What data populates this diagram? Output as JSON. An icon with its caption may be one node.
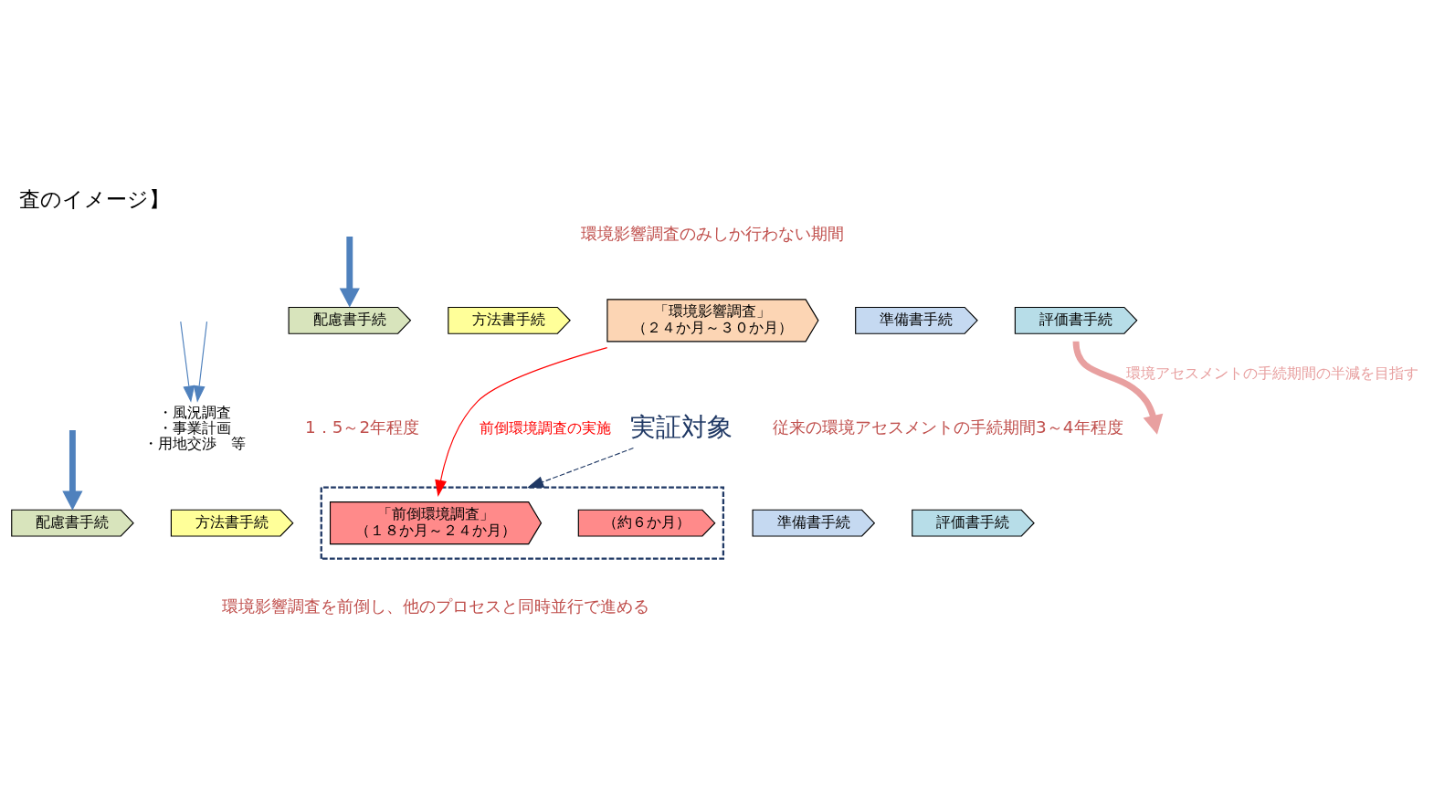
{
  "diagram": {
    "title": "査のイメージ】",
    "nodes": [
      {
        "text": [
          "配慮書手続"
        ]
      },
      {
        "text": [
          "方法書手続"
        ]
      },
      {
        "text": [
          "「環境影響調査」",
          "（２４か月～３０か月）"
        ]
      },
      {
        "text": [
          "準備書手続"
        ]
      },
      {
        "text": [
          "評価書手続"
        ]
      },
      {
        "text": [
          "配慮書手続"
        ]
      },
      {
        "text": [
          "方法書手続"
        ]
      },
      {
        "text": [],
        "shape": "box"
      },
      {
        "text": [
          "「前倒環境調査」",
          "（１８か月～２４か月）"
        ],
        "in": 7
      },
      {
        "text": [
          "（約６か月）"
        ],
        "in": 7
      },
      {
        "text": [
          "準備書手続"
        ]
      },
      {
        "text": [
          "評価書手続"
        ]
      },
      {
        "text": [
          "・風況調査",
          "・事業計画",
          "・用地交渉　等"
        ]
      },
      {
        "text": [
          "実証対象"
        ]
      }
    ],
    "edges": [
      {
        "from": null,
        "to": 0,
        "arrow": "to",
        "style": "thick",
        "color": "#4f81bd"
      },
      {
        "from": null,
        "to": 5,
        "arrow": "to",
        "style": "thick",
        "color": "#4f81bd"
      },
      {
        "from": null,
        "to": 12,
        "arrow": "to",
        "color": "#4f81bd"
      },
      {
        "from": null,
        "to": 12,
        "arrow": "to",
        "color": "#4f81bd"
      },
      {
        "from": 2,
        "to": 8,
        "arrow": "to",
        "label": "前倒環境調査の実施",
        "color": "#ff0000"
      },
      {
        "from": 4,
        "to": null,
        "arrow": "to",
        "label": "環境アセスメントの手続期間の半減を目指す",
        "style": "thick",
        "color": "#e8a0a0"
      },
      {
        "from": 13,
        "to": 7,
        "arrow": "to",
        "style": "dashed",
        "color": "#1f3864"
      }
    ],
    "labels": [
      "環境影響調査のみしか行わない期間",
      "従来の環境アセスメントの手続期間3～4年程度",
      "1．5～2年程度",
      "環境影響調査を前倒し、他のプロセスと同時並行で進める"
    ]
  }
}
